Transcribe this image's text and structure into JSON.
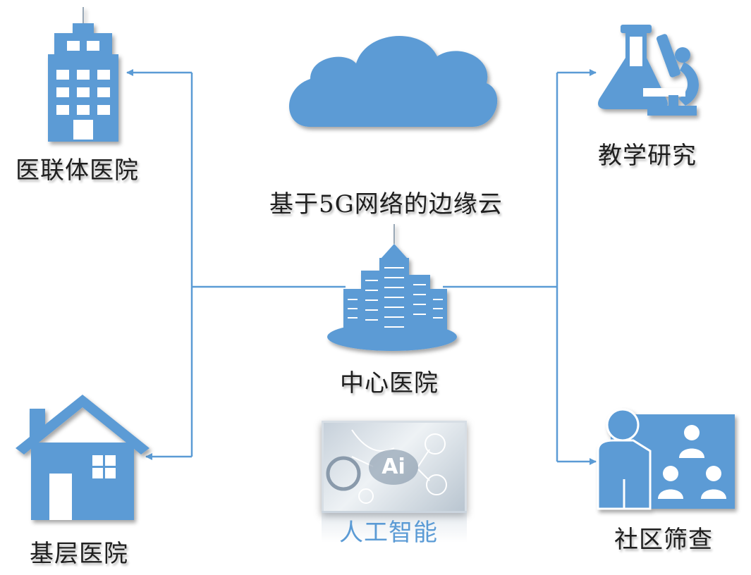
{
  "nodes": {
    "alliance_hospital": "医联体医院",
    "edge_cloud": "基于5G网络的边缘云",
    "central_hospital": "中心医院",
    "teaching_research": "教学研究",
    "primary_hospital": "基层医院",
    "artificial_intelligence": "人工智能",
    "community_screening": "社区筛查"
  },
  "ai_badge": "Ai",
  "colors": {
    "icon": "#5b9bd5",
    "line": "#5b9bd5",
    "ai_label": "#5b9bd5"
  }
}
